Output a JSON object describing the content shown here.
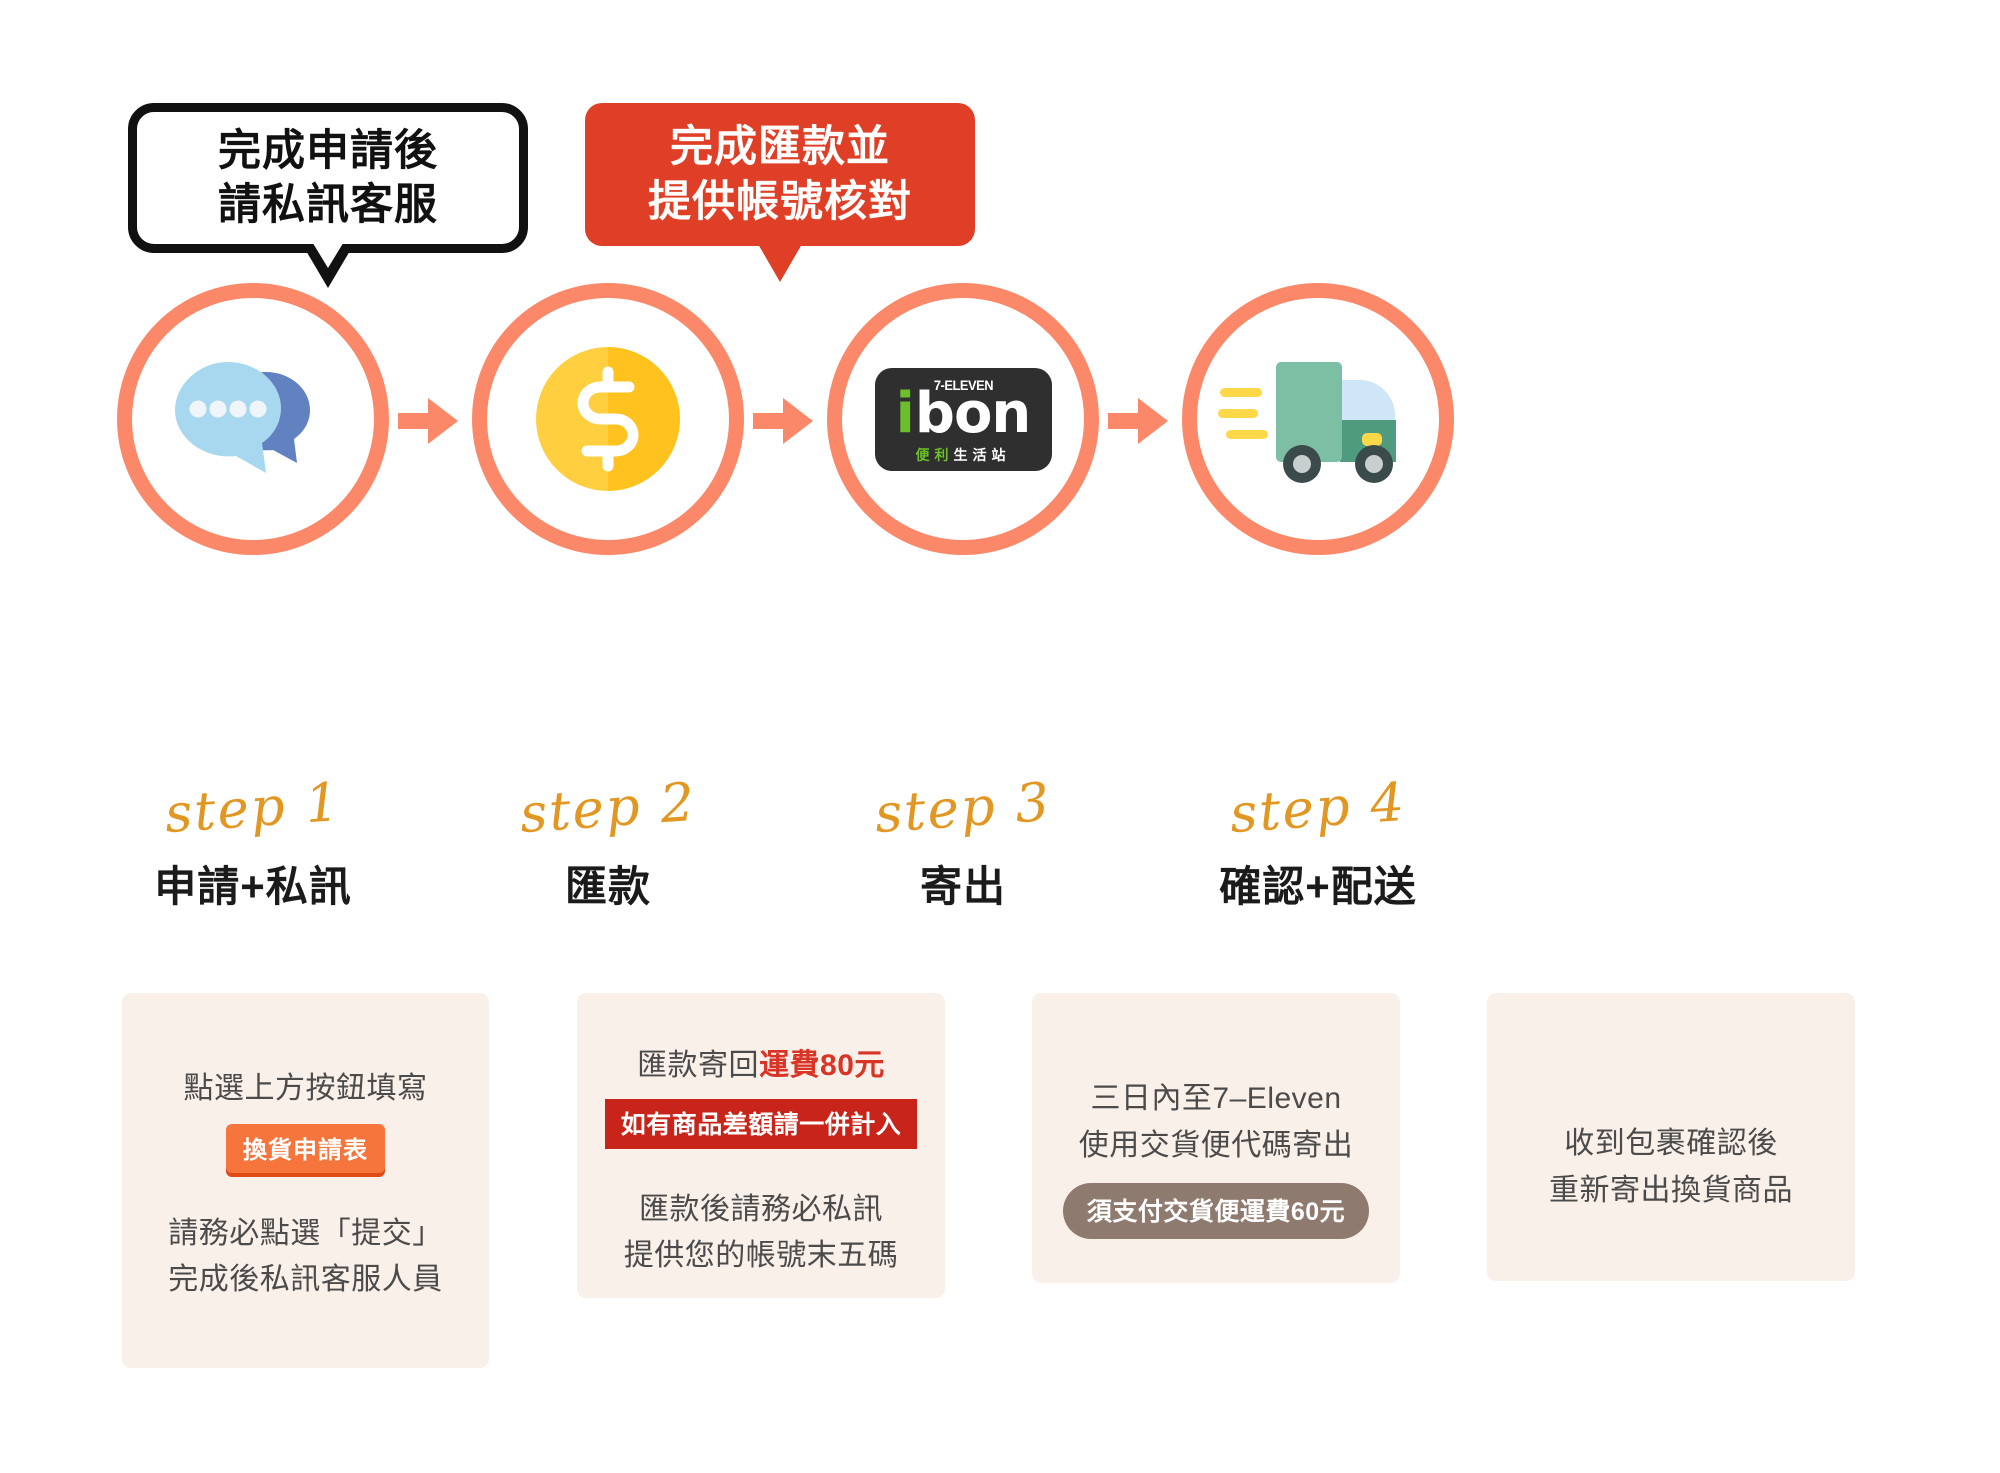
{
  "colors": {
    "accent_salmon": "#FB8868",
    "bubble_red": "#DF3F26",
    "script_gold": "#E19722",
    "card_bg": "#FAF0EA",
    "pill_orange": "#F5753C",
    "pill_red": "#C8241A",
    "pill_brown": "#8E7A6E",
    "highlight_red": "#D93527",
    "coin_yellow": "#FFC926",
    "chat_light_blue": "#A7D8F0",
    "chat_dark_blue": "#6281C0",
    "truck_green": "#7CBFA4",
    "ibon_green": "#6CBF2A"
  },
  "callouts": [
    {
      "id": "apply-callout",
      "style": "outline",
      "text": "完成申請後\n請私訊客服"
    },
    {
      "id": "remit-callout",
      "style": "filled-red",
      "text": "完成匯款並\n提供帳號核對"
    }
  ],
  "steps": [
    {
      "script": "step 1",
      "title": "申請+私訊",
      "icon": "chat-bubbles-icon"
    },
    {
      "script": "step 2",
      "title": "匯款",
      "icon": "dollar-coin-icon"
    },
    {
      "script": "step 3",
      "title": "寄出",
      "icon": "ibon-logo-icon"
    },
    {
      "script": "step 4",
      "title": "確認+配送",
      "icon": "delivery-truck-icon"
    }
  ],
  "ibon_logo": {
    "brand_top": "7-ELEVEN",
    "wordmark": "ibon",
    "tagline": "便利生活站"
  },
  "cards": [
    {
      "line1": "點選上方按鈕填寫",
      "pill": "換貨申請表",
      "line2": "請務必點選「提交」",
      "line3": "完成後私訊客服人員"
    },
    {
      "line1_plain": "匯款寄回",
      "line1_hl": "運費80元",
      "pill": "如有商品差額請一併計入",
      "line2": "匯款後請務必私訊",
      "line3": "提供您的帳號末五碼"
    },
    {
      "line1": "三日內至7–Eleven",
      "line2": "使用交貨便代碼寄出",
      "pill": "須支付交貨便運費60元"
    },
    {
      "line1": "收到包裹確認後",
      "line2": "重新寄出換貨商品"
    }
  ]
}
